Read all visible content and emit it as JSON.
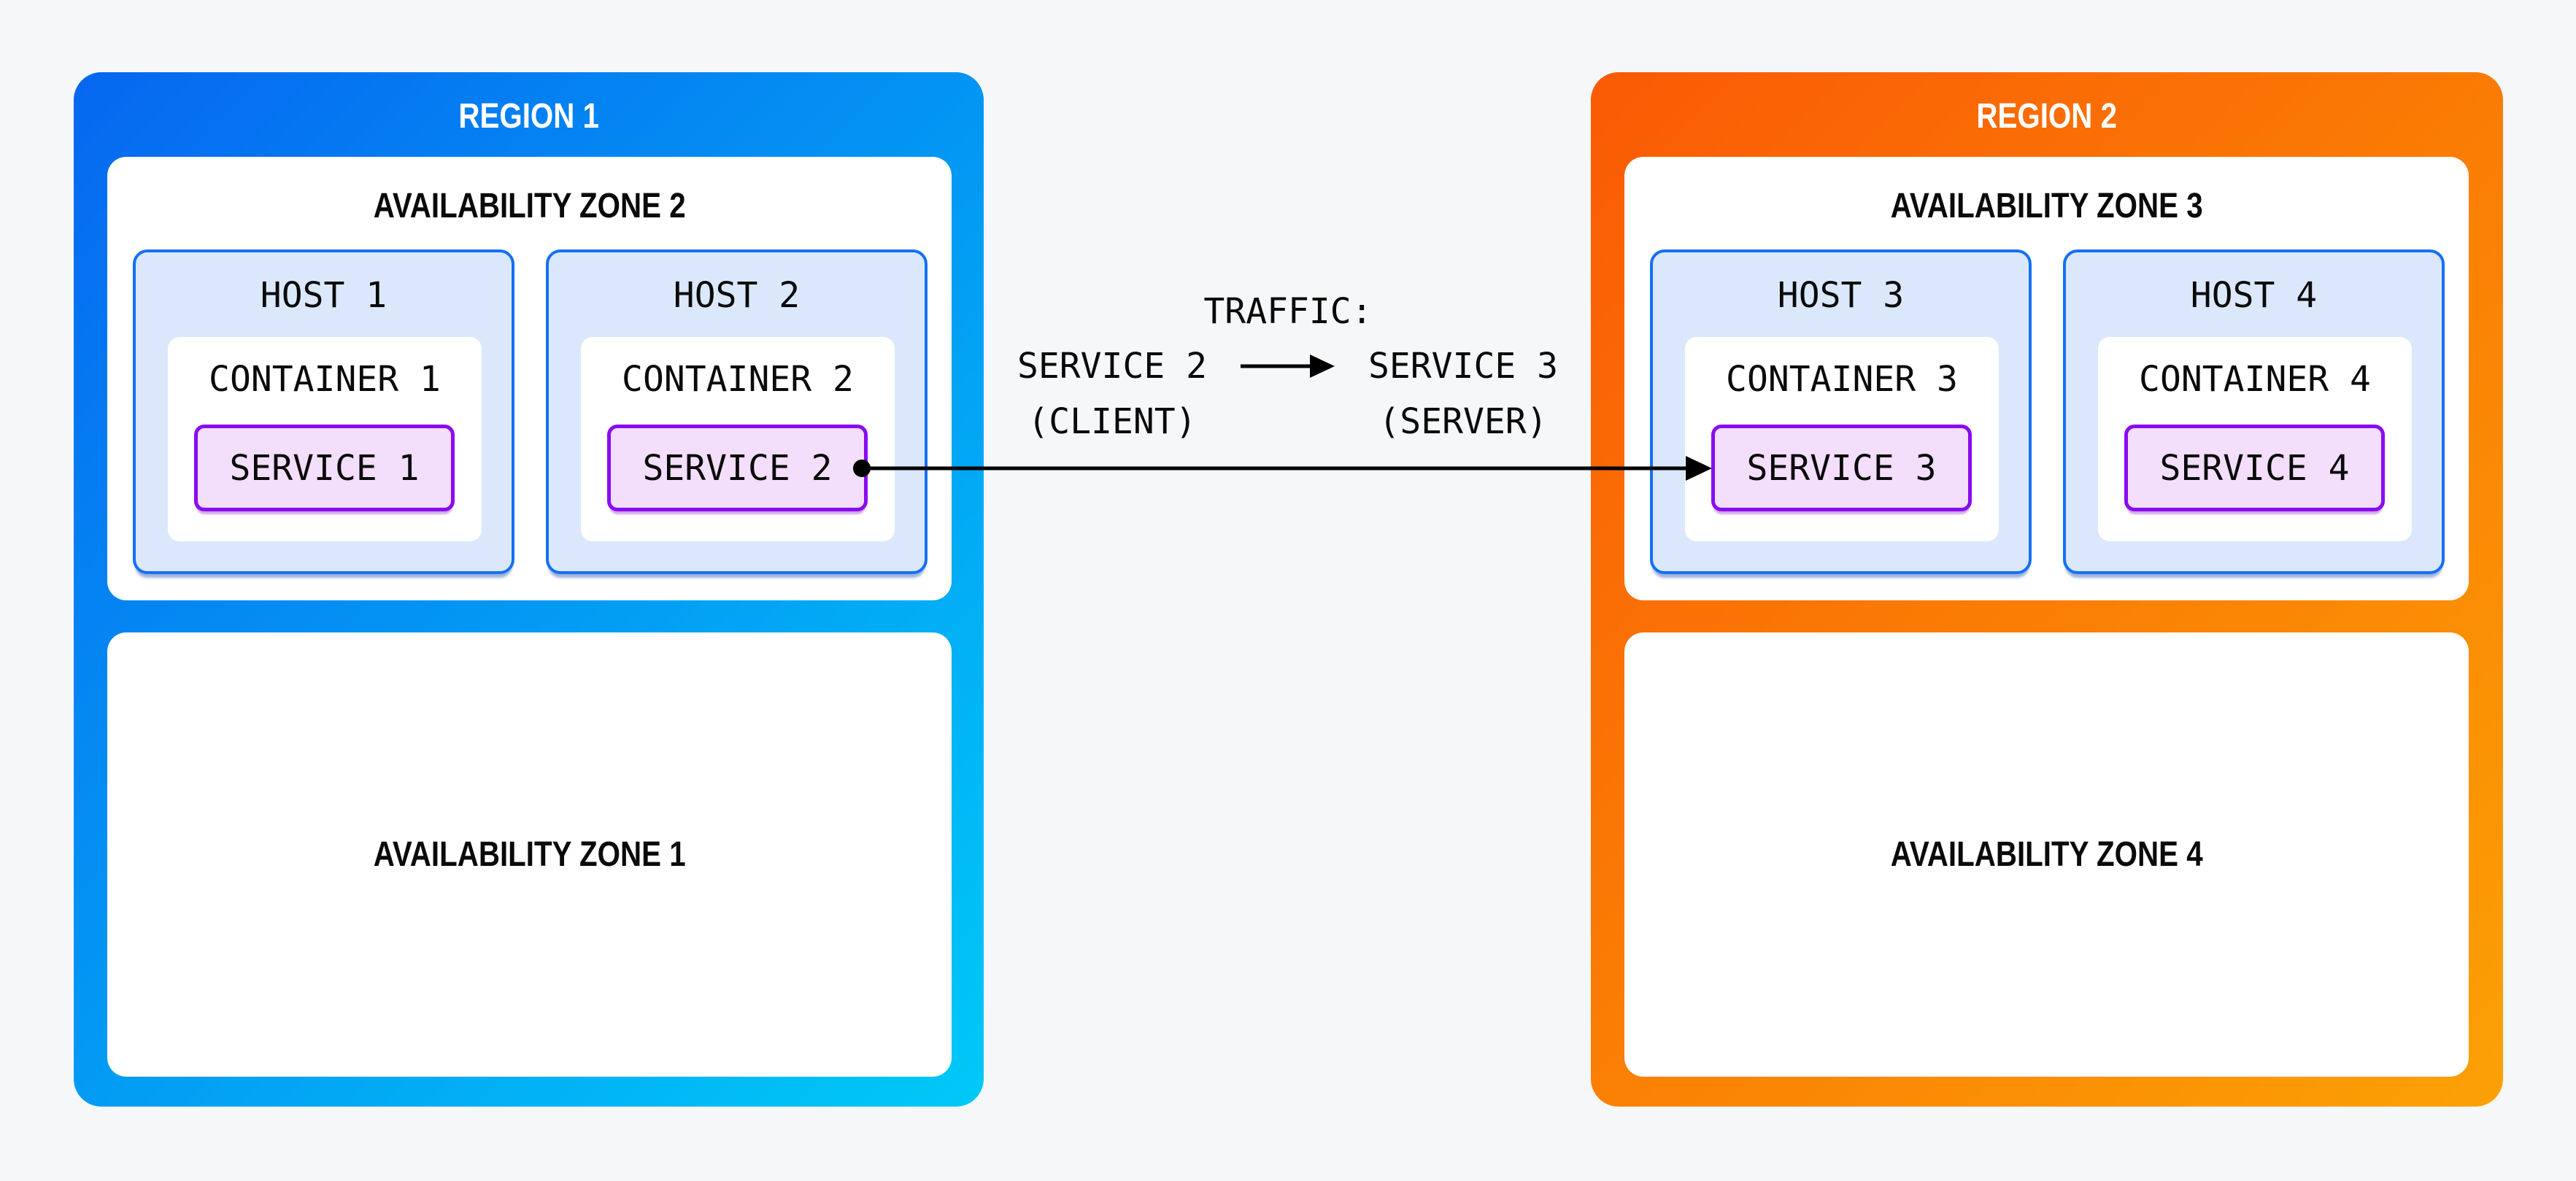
{
  "regions": [
    {
      "title": "REGION 1",
      "zones": [
        {
          "title": "AVAILABILITY ZONE 2",
          "hosts": [
            {
              "title": "HOST 1",
              "container": {
                "title": "CONTAINER 1",
                "service": {
                  "title": "SERVICE 1"
                }
              }
            },
            {
              "title": "HOST 2",
              "container": {
                "title": "CONTAINER 2",
                "service": {
                  "title": "SERVICE 2"
                }
              }
            }
          ]
        },
        {
          "title": "AVAILABILITY ZONE 1",
          "hosts": []
        }
      ]
    },
    {
      "title": "REGION 2",
      "zones": [
        {
          "title": "AVAILABILITY ZONE 3",
          "hosts": [
            {
              "title": "HOST 3",
              "container": {
                "title": "CONTAINER 3",
                "service": {
                  "title": "SERVICE 3"
                }
              }
            },
            {
              "title": "HOST 4",
              "container": {
                "title": "CONTAINER 4",
                "service": {
                  "title": "SERVICE 4"
                }
              }
            }
          ]
        },
        {
          "title": "AVAILABILITY ZONE 4",
          "hosts": []
        }
      ]
    }
  ],
  "traffic": {
    "title": "TRAFFIC:",
    "client_service": "SERVICE 2",
    "server_service": "SERVICE 3",
    "client_role": "(CLIENT)",
    "server_role": "(SERVER)",
    "from": "SERVICE 2",
    "to": "SERVICE 3"
  },
  "colors": {
    "background": "#f6f7f8",
    "region1_gradient_start": "#0667f0",
    "region1_gradient_end": "#00c9f7",
    "region2_gradient_start": "#fa5a05",
    "region2_gradient_end": "#fba104",
    "region_title_color": "#ffffff",
    "zone_fill": "#ffffff",
    "host_fill": "#dbe8fc",
    "host_border": "#1470f5",
    "container_fill": "#ffffff",
    "service_fill": "#f3defb",
    "service_border": "#8a0bf0",
    "arrow_color": "#000000",
    "text_color": "#0a0a0a"
  }
}
